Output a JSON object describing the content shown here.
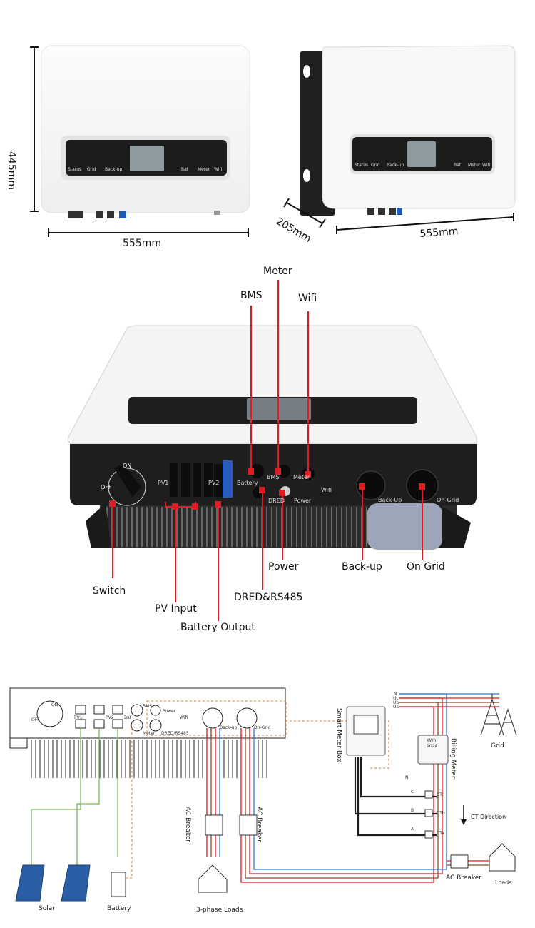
{
  "section1": {
    "height_label": "445mm",
    "width_label_front": "555mm",
    "depth_label": "205mm",
    "width_label_side": "555mm",
    "panel_front": [
      "Status",
      "Grid",
      "Back-up",
      "Bat",
      "Meter",
      "Wifi"
    ],
    "panel_side": [
      "Status",
      "Grid",
      "Back-up",
      "Bat",
      "Meter",
      "Wifi"
    ]
  },
  "section2": {
    "callouts": {
      "meter": "Meter",
      "bms": "BMS",
      "wifi": "Wifi",
      "switch": "Switch",
      "pv_input": "PV Input",
      "battery_output": "Battery Output",
      "dred": "DRED&RS485",
      "power": "Power",
      "backup": "Back-up",
      "on_grid": "On Grid"
    },
    "panel_labels": {
      "on": "ON",
      "off": "OFF",
      "pv1": "PV1",
      "pv2": "PV2",
      "battery": "Battery",
      "bms": "BMS",
      "meter": "Meter",
      "wifi": "Wifi",
      "dred": "DRED",
      "power": "Power",
      "backup": "Back-Up",
      "ongrid": "On-Grid"
    }
  },
  "section3": {
    "labels": {
      "solar": "Solar",
      "battery": "Battery",
      "loads3": "3-phase Loads",
      "ac_breaker_1": "AC Breaker",
      "ac_breaker_2": "AC Breaker",
      "smart_meter_box": "Smart Meter Box",
      "billing_meter": "Billing Meter",
      "grid": "Grid",
      "ct_direction": "CT  Direction",
      "ac_breaker_3": "AC Breaker",
      "loads": "Loads",
      "kwh": "KWh",
      "kwh_value": "1024",
      "cta": "CTa",
      "ctb": "CTb",
      "ctc": "CTc",
      "phase_a": "A",
      "phase_b": "B",
      "phase_c": "C",
      "phase_n": "N",
      "bus_n": "N",
      "bus_uc": "Uc",
      "bus_ub": "Ub",
      "bus_ua": "Ua"
    },
    "panel_labels": {
      "off": "OFF",
      "on": "ON",
      "pv1": "PV1",
      "pv2": "PV2",
      "bat": "Bat",
      "bms": "BMS",
      "meter": "Meter",
      "power": "Power",
      "wifi": "Wifi",
      "dred": "DRED/RS485",
      "backup": "Back-up",
      "ongrid": "On-Grid"
    }
  },
  "colors": {
    "red": "#e11b22",
    "green": "#7ab55c",
    "blue": "#2b7bd8",
    "brown": "#8b4a2b",
    "orange_dashed": "#e07a30",
    "dark": "#1e1e1e"
  }
}
